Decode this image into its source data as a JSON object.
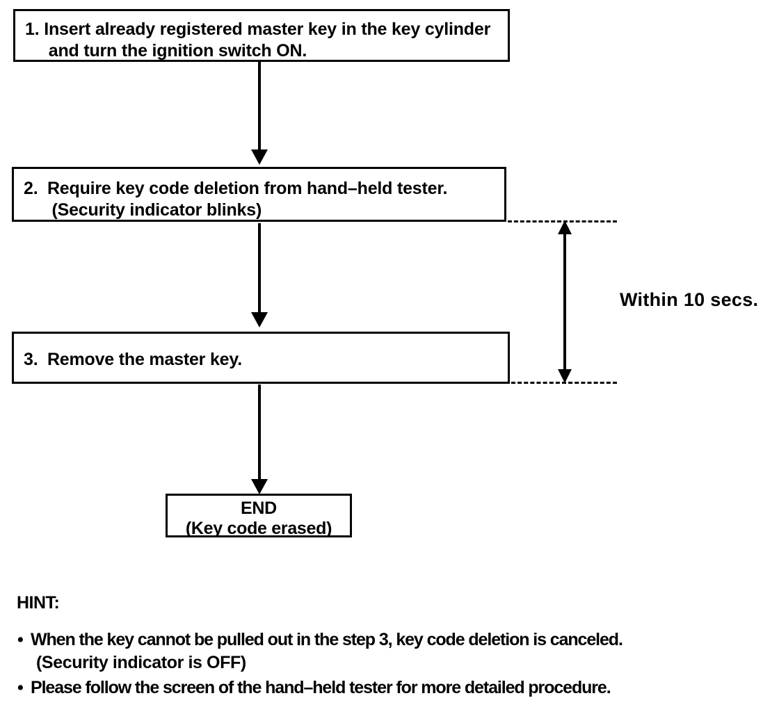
{
  "diagram": {
    "title": "Key code deletion procedure flowchart",
    "steps": [
      {
        "id": "step-1",
        "text": "1. Insert already registered master key in the key cylinder\n     and turn the ignition switch ON."
      },
      {
        "id": "step-2",
        "text": "2.  Require key code deletion from hand–held tester.\n      (Security indicator blinks)"
      },
      {
        "id": "step-3",
        "text": "3.  Remove the master key."
      }
    ],
    "terminator": {
      "id": "end",
      "text": "END\n(Key code erased)"
    },
    "timing": {
      "label": "Within 10 secs.",
      "from_step": "step-2",
      "to_step": "step-3"
    }
  },
  "hint": {
    "title": "HINT:",
    "bullet": "•",
    "items": [
      {
        "main": "When the key cannot be pulled out in the step 3, key code deletion is canceled.",
        "sub": "(Security indicator is OFF)"
      },
      {
        "main": "Please follow the screen of the hand–held tester for more detailed procedure.",
        "sub": ""
      }
    ]
  },
  "colors": {
    "ink": "#000000",
    "paper": "#ffffff"
  }
}
